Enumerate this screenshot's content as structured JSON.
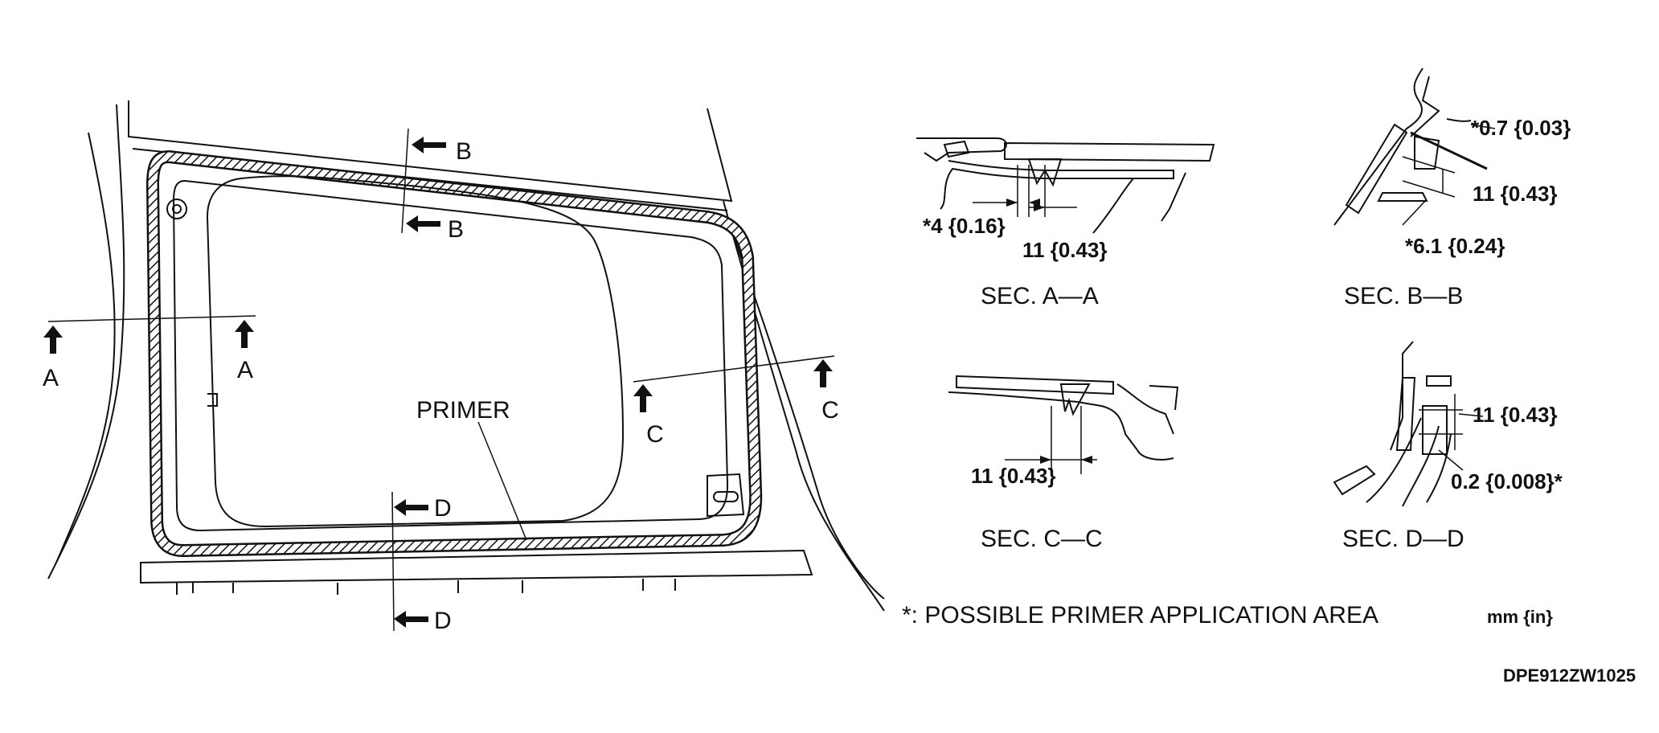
{
  "main_view": {
    "cut_labels": {
      "a_left": "A",
      "a_right": "A",
      "b_top": "B",
      "b_bottom": "B",
      "c_left": "C",
      "c_right": "C",
      "d_top": "D",
      "d_bottom": "D"
    },
    "primer_label": "PRIMER"
  },
  "sections": {
    "a": {
      "title": "SEC. A—A",
      "dims": [
        "*4 {0.16}",
        "11 {0.43}"
      ]
    },
    "b": {
      "title": "SEC. B—B",
      "dims": [
        "*0.7 {0.03}",
        "11 {0.43}",
        "*6.1 {0.24}"
      ]
    },
    "c": {
      "title": "SEC. C—C",
      "dims": [
        "11 {0.43}"
      ]
    },
    "d": {
      "title": "SEC. D—D",
      "dims": [
        "11 {0.43}",
        "0.2 {0.008}*"
      ]
    }
  },
  "legend": {
    "note": "*: POSSIBLE PRIMER APPLICATION AREA",
    "units": "mm {in}"
  },
  "figure_code": "DPE912ZW1025",
  "colors": {
    "ink": "#111111",
    "background": "#ffffff"
  }
}
